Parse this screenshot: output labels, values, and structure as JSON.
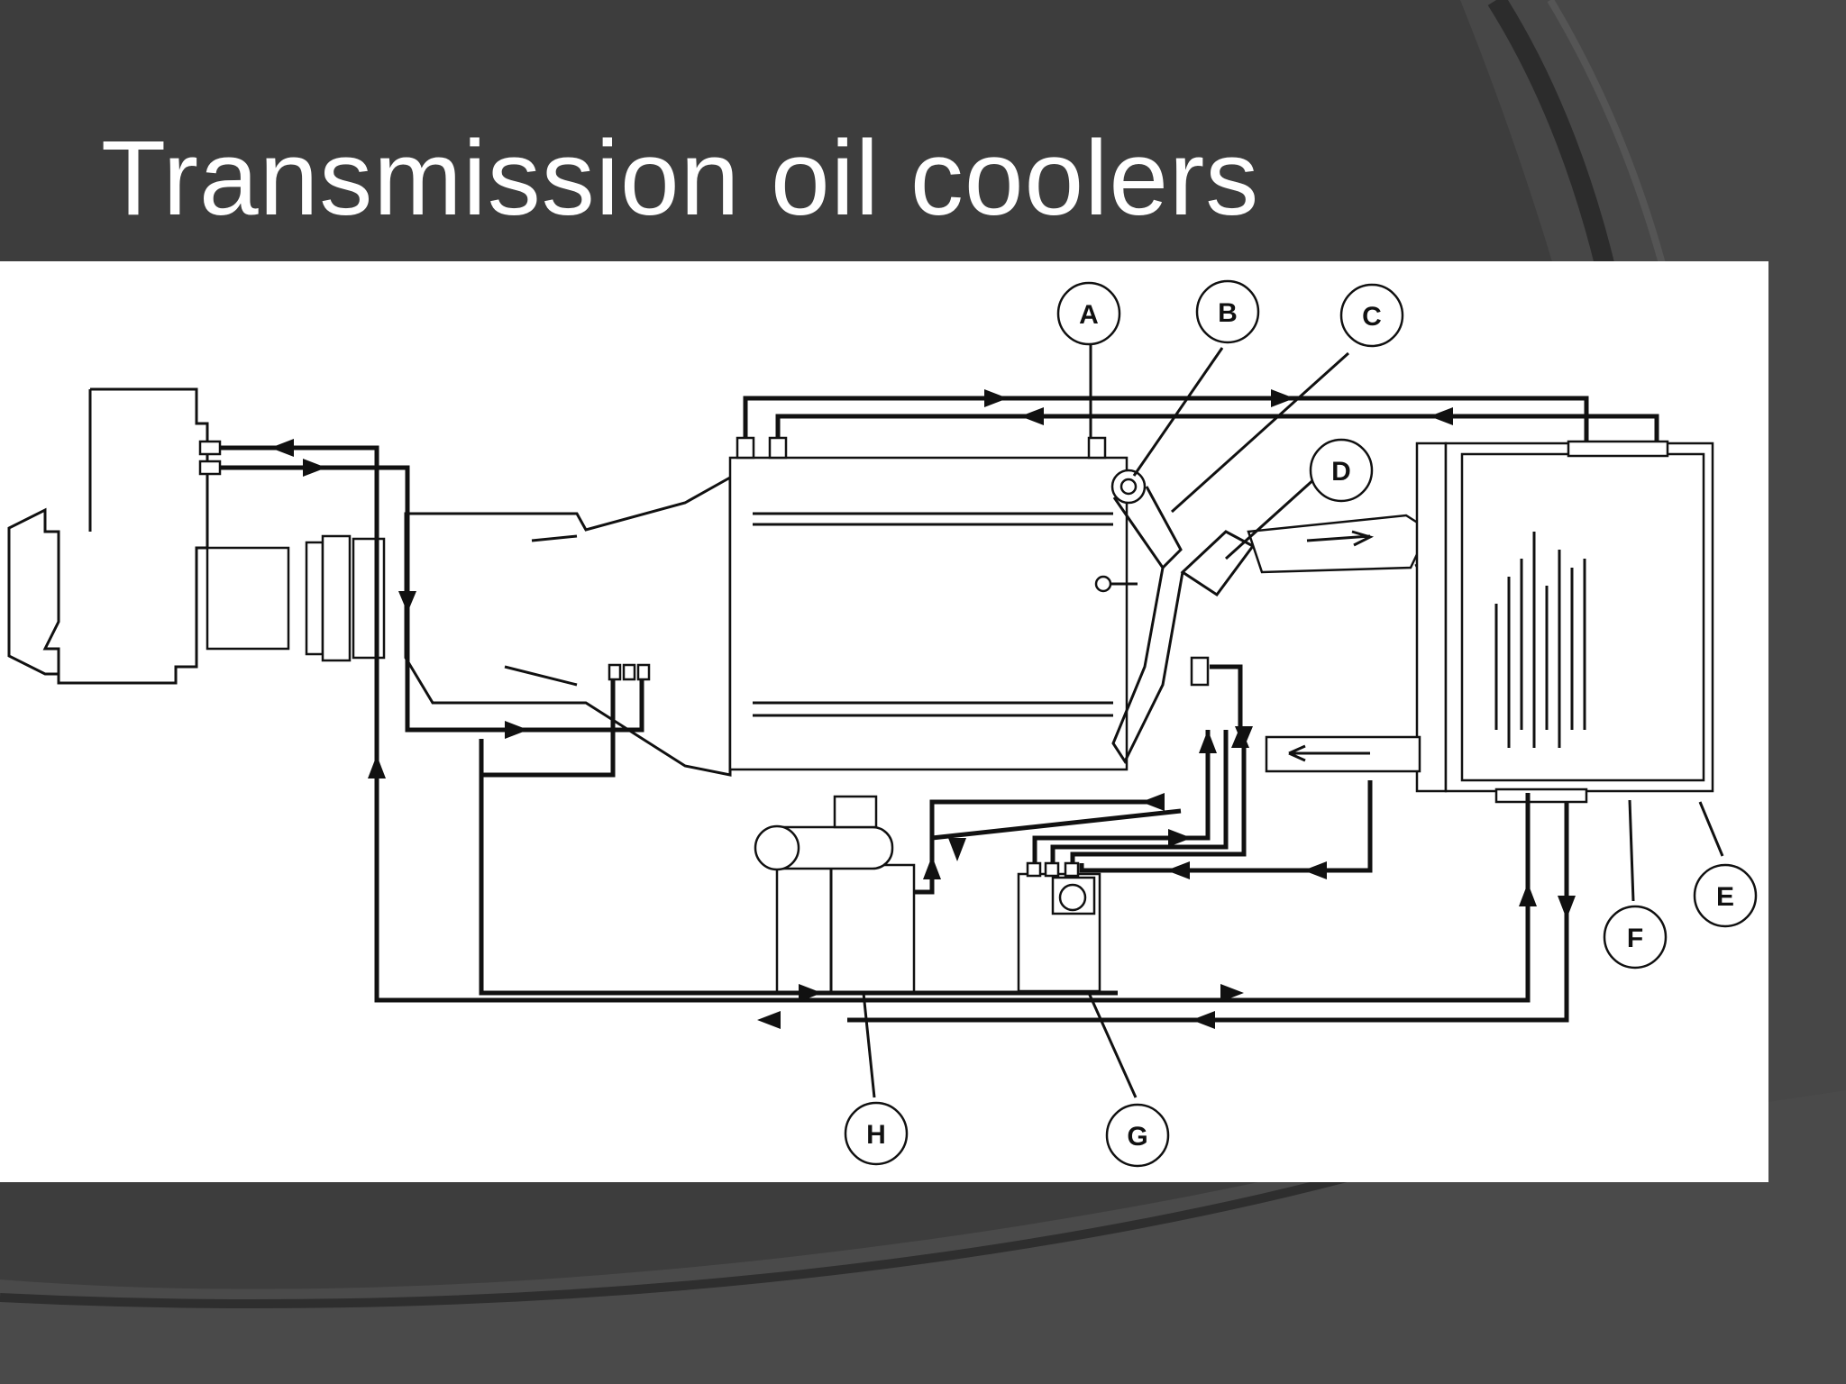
{
  "slide": {
    "title": "Transmission oil coolers"
  },
  "diagram": {
    "callouts": [
      {
        "id": "A",
        "label": "A"
      },
      {
        "id": "B",
        "label": "B"
      },
      {
        "id": "C",
        "label": "C"
      },
      {
        "id": "D",
        "label": "D"
      },
      {
        "id": "E",
        "label": "E"
      },
      {
        "id": "F",
        "label": "F"
      },
      {
        "id": "G",
        "label": "G"
      },
      {
        "id": "H",
        "label": "H"
      }
    ]
  },
  "colors": {
    "background": "#3d3d3d",
    "title_text": "#ffffff",
    "panel": "#ffffff",
    "lines": "#111111"
  }
}
